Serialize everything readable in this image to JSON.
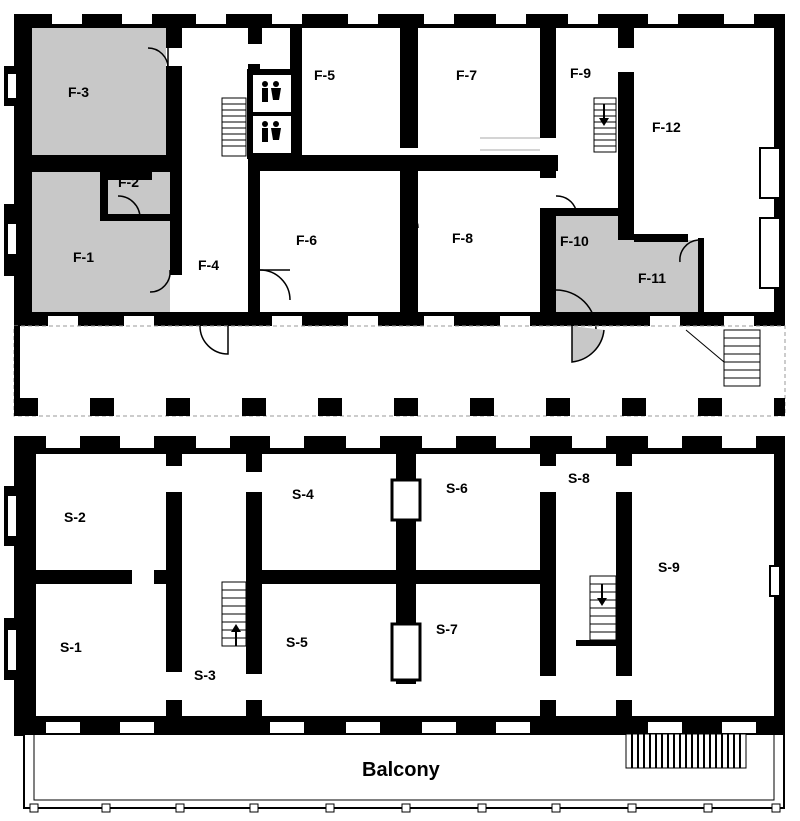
{
  "colors": {
    "wall": "#000000",
    "floor": "#ffffff",
    "highlight": "#c8c8c8",
    "thin": "#999999"
  },
  "icons": [
    "toilet-icon",
    "down-arrow-icon",
    "up-arrow-icon"
  ],
  "first_floor": {
    "rooms": [
      {
        "id": "F-1",
        "label": "F-1",
        "highlighted": true
      },
      {
        "id": "F-2",
        "label": "F-2",
        "highlighted": true
      },
      {
        "id": "F-3",
        "label": "F-3",
        "highlighted": true
      },
      {
        "id": "F-4",
        "label": "F-4",
        "highlighted": false
      },
      {
        "id": "F-5",
        "label": "F-5",
        "highlighted": false
      },
      {
        "id": "F-6",
        "label": "F-6",
        "highlighted": false
      },
      {
        "id": "F-7",
        "label": "F-7",
        "highlighted": false
      },
      {
        "id": "F-8",
        "label": "F-8",
        "highlighted": false
      },
      {
        "id": "F-9",
        "label": "F-9",
        "highlighted": false
      },
      {
        "id": "F-10",
        "label": "F-10",
        "highlighted": true
      },
      {
        "id": "F-11",
        "label": "F-11",
        "highlighted": true
      },
      {
        "id": "F-12",
        "label": "F-12",
        "highlighted": false
      }
    ]
  },
  "second_floor": {
    "rooms": [
      {
        "id": "S-1",
        "label": "S-1"
      },
      {
        "id": "S-2",
        "label": "S-2"
      },
      {
        "id": "S-3",
        "label": "S-3"
      },
      {
        "id": "S-4",
        "label": "S-4"
      },
      {
        "id": "S-5",
        "label": "S-5"
      },
      {
        "id": "S-6",
        "label": "S-6"
      },
      {
        "id": "S-7",
        "label": "S-7"
      },
      {
        "id": "S-8",
        "label": "S-8"
      },
      {
        "id": "S-9",
        "label": "S-9"
      }
    ],
    "balcony_label": "Balcony"
  }
}
